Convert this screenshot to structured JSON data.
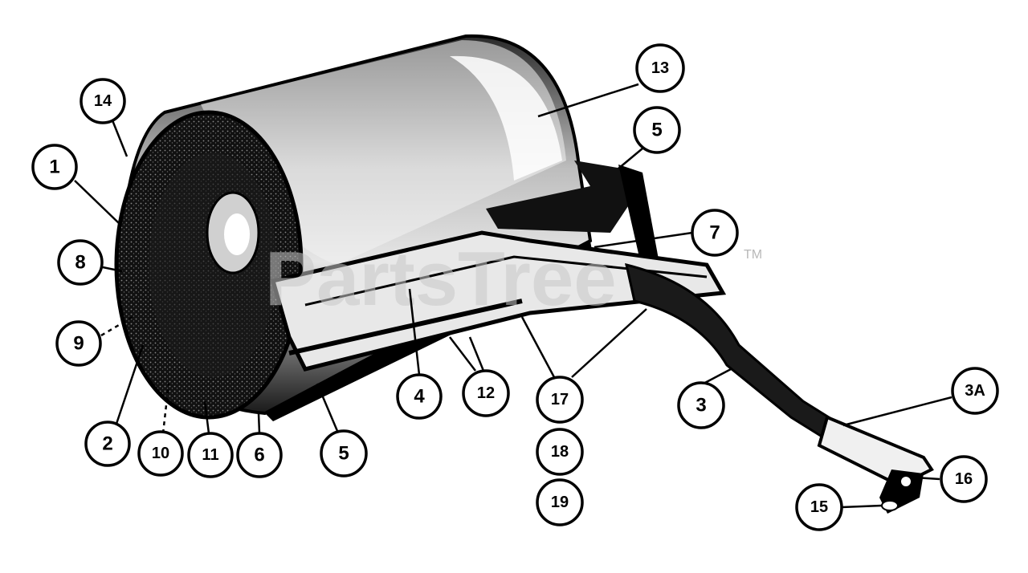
{
  "watermark": {
    "text": "PartsTree",
    "trademark": "TM"
  },
  "callouts": [
    {
      "id": "c14",
      "label": "14"
    },
    {
      "id": "c1",
      "label": "1"
    },
    {
      "id": "c8",
      "label": "8"
    },
    {
      "id": "c9",
      "label": "9"
    },
    {
      "id": "c2",
      "label": "2"
    },
    {
      "id": "c10",
      "label": "10"
    },
    {
      "id": "c11",
      "label": "11"
    },
    {
      "id": "c6",
      "label": "6"
    },
    {
      "id": "c5b",
      "label": "5"
    },
    {
      "id": "c4",
      "label": "4"
    },
    {
      "id": "c12",
      "label": "12"
    },
    {
      "id": "c17",
      "label": "17"
    },
    {
      "id": "c18",
      "label": "18"
    },
    {
      "id": "c19",
      "label": "19"
    },
    {
      "id": "c3",
      "label": "3"
    },
    {
      "id": "c3a",
      "label": "3A"
    },
    {
      "id": "c16",
      "label": "16"
    },
    {
      "id": "c15",
      "label": "15"
    },
    {
      "id": "c7",
      "label": "7"
    },
    {
      "id": "c5t",
      "label": "5"
    },
    {
      "id": "c13",
      "label": "13"
    }
  ]
}
